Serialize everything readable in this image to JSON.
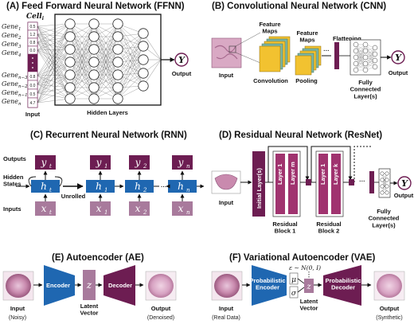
{
  "panels": {
    "ffnn": {
      "title": "(A) Feed Forward Neural Network (FFNN)",
      "cell_header": "Cell",
      "cell_sub": "i",
      "genes_top": [
        "1",
        "2",
        "3",
        "4"
      ],
      "genes_bottom": [
        "n−3",
        "n−2",
        "n−1",
        "n"
      ],
      "gene_prefix": "Gene",
      "values_top": [
        "0.5",
        "1.2",
        "0.8",
        "0.0"
      ],
      "values_bottom": [
        "0.8",
        "0.0",
        "0.5",
        "4.7"
      ],
      "input_label": "Input",
      "hidden_label": "Hidden Layers",
      "output_symbol": "Y",
      "output_label": "Output"
    },
    "cnn": {
      "title": "(B) Convolutional Neural Network (CNN)",
      "input_label": "Input",
      "feature_maps_1": "Feature\nMaps",
      "feature_maps_2": "Feature\nMaps",
      "convolution_label": "Convolution",
      "pooling_label": "Pooling",
      "flattening_label": "Flattening",
      "fc_label": "Fully\nConnected\nLayer(s)",
      "output_symbol": "Y",
      "output_label": "Output"
    },
    "rnn": {
      "title": "(C) Recurrent Neural Network (RNN)",
      "row_outputs": "Outputs",
      "row_hidden": "Hidden\nStates",
      "row_inputs": "Inputs",
      "unrolled_label": "Unrolled",
      "subscripts": [
        "t",
        "1",
        "2",
        "n"
      ],
      "y_symbol": "y",
      "h_symbol": "h",
      "x_symbol": "x"
    },
    "resnet": {
      "title": "(D) Residual Neural Network (ResNet)",
      "input_label": "Input",
      "initial_layer": "Initial Layer(s)",
      "block1_layers": [
        "Layer 1",
        "Layer m"
      ],
      "block2_layers": [
        "Layer 1",
        "Layer k"
      ],
      "block1_label": "Residual\nBlock 1",
      "block2_label": "Residual\nBlock 2",
      "fc_label": "Fully\nConnected\nLayer(s)",
      "output_symbol": "Y",
      "output_label": "Output"
    },
    "ae": {
      "title": "(E) Autoencoder (AE)",
      "encoder_label": "Encoder",
      "decoder_label": "Decoder",
      "latent_symbol": "z",
      "latent_label": "Latent\nVector",
      "input_label": "Input",
      "input_sub": "(Noisy)",
      "output_label": "Output",
      "output_sub": "(Denoised)"
    },
    "vae": {
      "title": "(F) Variational Autoencoder (VAE)",
      "noise_formula": "ε ∼ N(0, I)",
      "encoder_label": "Probabilistic\nEncoder",
      "decoder_label": "Probabilistic\nDecoder",
      "mu_symbol": "μ",
      "sigma_symbol": "σ",
      "latent_symbol": "z",
      "latent_label": "Latent\nVector",
      "input_label": "Input",
      "input_sub": "(Real Data)",
      "output_label": "Output",
      "output_sub": "(Synthetic)"
    }
  },
  "colors": {
    "blue": "#1f67b1",
    "purple": "#6d1d52",
    "mauve": "#a87a9c",
    "pink": "#d9b6cc",
    "yellow": "#f2c230",
    "tissue": "#c98aae"
  }
}
